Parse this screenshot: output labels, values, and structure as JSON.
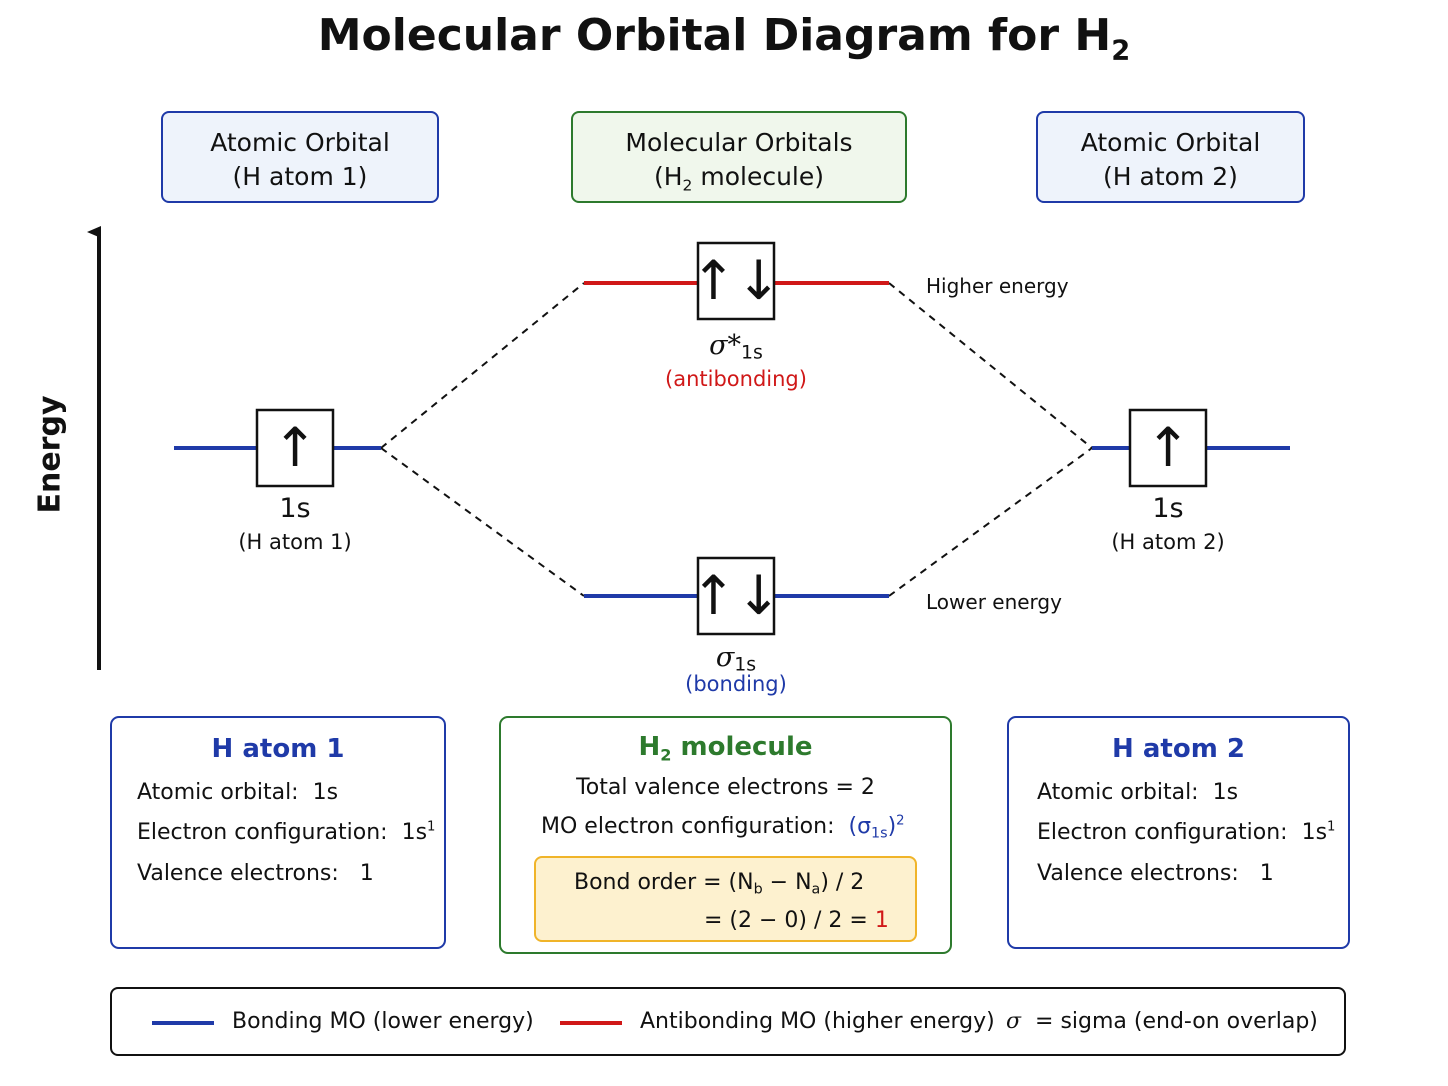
{
  "title": {
    "text": "Molecular Orbital Diagram for H",
    "sub": "2"
  },
  "headers": {
    "left": {
      "line1": "Atomic Orbital",
      "line2": "(H atom 1)"
    },
    "center": {
      "line1": "Molecular Orbitals",
      "line2_pre": "(H",
      "line2_sub": "2",
      "line2_post": " molecule)"
    },
    "right": {
      "line1": "Atomic Orbital",
      "line2": "(H atom 2)"
    }
  },
  "axis": {
    "label": "Energy"
  },
  "orbitals": {
    "left": {
      "name": "1s",
      "caption": "(H atom 1)",
      "electrons": "↑"
    },
    "right": {
      "name": "1s",
      "caption": "(H atom 2)",
      "electrons": "↑"
    },
    "antibonding": {
      "symbol": "σ*",
      "sub": "1s",
      "caption": "(antibonding)",
      "electrons": "↑↓",
      "side_label": "Higher energy"
    },
    "bonding": {
      "symbol": "σ",
      "sub": "1s",
      "caption": "(bonding)",
      "electrons": "↑↓",
      "side_label": "Lower energy"
    }
  },
  "panels": {
    "left": {
      "title": "H atom 1",
      "orbital_label": "Atomic orbital:",
      "orbital_value": "1s",
      "config_label": "Electron configuration:",
      "config_value": "1s",
      "config_sup": "1",
      "valence_label": "Valence electrons:",
      "valence_value": "1"
    },
    "center": {
      "title_pre": "H",
      "title_sub": "2",
      "title_post": " molecule",
      "total_label": "Total valence electrons",
      "total_value": "= 2",
      "mo_label": "MO electron configuration:",
      "mo_open": "(σ",
      "mo_sub": "1s",
      "mo_close": ")",
      "mo_sup": "2",
      "bond_line1_pre": "Bond order = (N",
      "bond_line1_nb": "b",
      "bond_line1_mid": " − N",
      "bond_line1_na": "a",
      "bond_line1_post": ") / 2",
      "bond_line2": "= (2 − 0) / 2 =",
      "bond_result": "1"
    },
    "right": {
      "title": "H atom 2",
      "orbital_label": "Atomic orbital:",
      "orbital_value": "1s",
      "config_label": "Electron configuration:",
      "config_value": "1s",
      "config_sup": "1",
      "valence_label": "Valence electrons:",
      "valence_value": "1"
    }
  },
  "legend": {
    "bonding": "Bonding MO (lower energy)",
    "antibonding": "Antibonding MO (higher energy)",
    "sigma_symbol": "σ",
    "sigma_text": "= sigma (end-on overlap)"
  },
  "colors": {
    "bonding": "#1f3aa8",
    "antibonding": "#d01818",
    "molecule": "#2d7a2d",
    "highlight": "#fdf1cf"
  }
}
